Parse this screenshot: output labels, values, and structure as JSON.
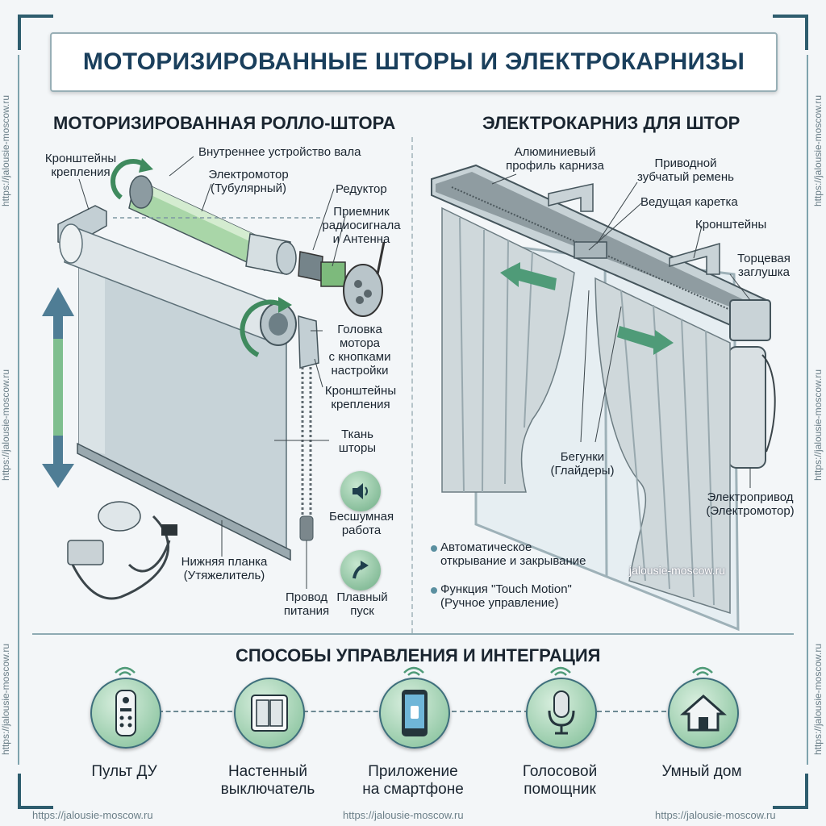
{
  "title": "МОТОРИЗИРОВАННЫЕ ШТОРЫ И ЭЛЕКТРОКАРНИЗЫ",
  "watermark_url": "https://jalousie-moscow.ru",
  "left_section": {
    "title": "МОТОРИЗИРОВАННАЯ РОЛЛО-ШТОРА",
    "labels": {
      "brackets_top": "Кронштейны\nкрепления",
      "shaft": "Внутреннее устройство вала",
      "motor": "Электромотор\n(Тубулярный)",
      "reducer": "Редуктор",
      "receiver": "Приемник\nрадиосигнала\nи Антенна",
      "head": "Головка\nмотора\nс кнопками\nнастройки",
      "brackets_mid": "Кронштейны\nкрепления",
      "fabric": "Ткань\nшторы",
      "bottom_bar": "Нижняя планка\n(Утяжелитель)",
      "power": "Провод\nпитания"
    },
    "features": [
      {
        "icon": "speaker-icon",
        "label": "Бесшумная\nработа"
      },
      {
        "icon": "arrow-up-icon",
        "label": "Плавный\nпуск"
      }
    ]
  },
  "right_section": {
    "title": "ЭЛЕКТРОКАРНИЗ ДЛЯ ШТОР",
    "labels": {
      "profile": "Алюминиевый\nпрофиль карниза",
      "belt": "Приводной\nзубчатый ремень",
      "carriage": "Ведущая каретка",
      "brackets": "Кронштейны",
      "endcap": "Торцевая\nзаглушка",
      "gliders": "Бегунки\n(Глайдеры)",
      "drive": "Электропривод\n(Электромотор)"
    },
    "bullets": [
      "Автоматическое\nоткрывание и закрывание",
      "Функция \"Touch Motion\"\n(Ручное управление)"
    ],
    "watermark": "jalousie-moscow.ru"
  },
  "control_section": {
    "title": "СПОСОБЫ УПРАВЛЕНИЯ И ИНТЕГРАЦИЯ",
    "items": [
      {
        "icon": "remote-icon",
        "label": "Пульт ДУ"
      },
      {
        "icon": "wall-switch-icon",
        "label": "Настенный\nвыключатель"
      },
      {
        "icon": "smartphone-icon",
        "label": "Приложение\nна смартфоне"
      },
      {
        "icon": "microphone-icon",
        "label": "Голосовой\nпомощник"
      },
      {
        "icon": "smart-home-icon",
        "label": "Умный дом"
      }
    ]
  },
  "colors": {
    "accent": "#1a3f5c",
    "frame": "#2e5d6e",
    "green": "#6fae86",
    "steel": "#a9b7bd"
  }
}
